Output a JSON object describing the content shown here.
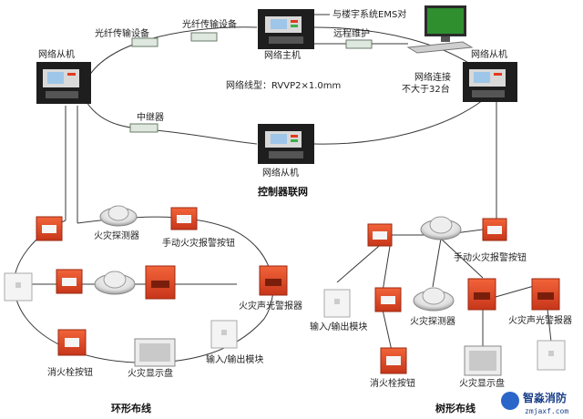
{
  "labels": {
    "fiber1": "光纤传输设备",
    "fiber2": "光纤传输设备",
    "bms": "与楼宇系统EMS对",
    "host": "网络主机",
    "remote": "远程维护",
    "slave_left": "网络从机",
    "slave_right": "网络从机",
    "cable": "网络线型：RVVP2×1.0mm",
    "max_conn_1": "网络连接",
    "max_conn_2": "不大于32台",
    "repeater": "中继器",
    "slave_center": "网络从机",
    "network_title": "控制器联网",
    "ring": {
      "detector": "火灾探测器",
      "manual_button": "手动火灾报警按钮",
      "sounder": "火灾声光警报器",
      "hydrant": "消火栓按钮",
      "io_module": "输入/输出模块",
      "display": "火灾显示盘",
      "title": "环形布线"
    },
    "tree": {
      "manual_button": "手动火灾报警按钮",
      "io_module": "输入/输出模块",
      "detector": "火灾探测器",
      "sounder": "火灾声光警报器",
      "hydrant": "消火栓按钮",
      "display": "火灾显示盘",
      "title": "树形布线"
    }
  },
  "watermark": {
    "name": "智淼消防",
    "url": "zmjaxf.com"
  },
  "colors": {
    "line": "#3a3a3a",
    "controller": "#1e1e1e",
    "manual_red": "#e0431e",
    "detector_white": "#f2f2f2",
    "accent_blue": "#1a3f8a"
  }
}
